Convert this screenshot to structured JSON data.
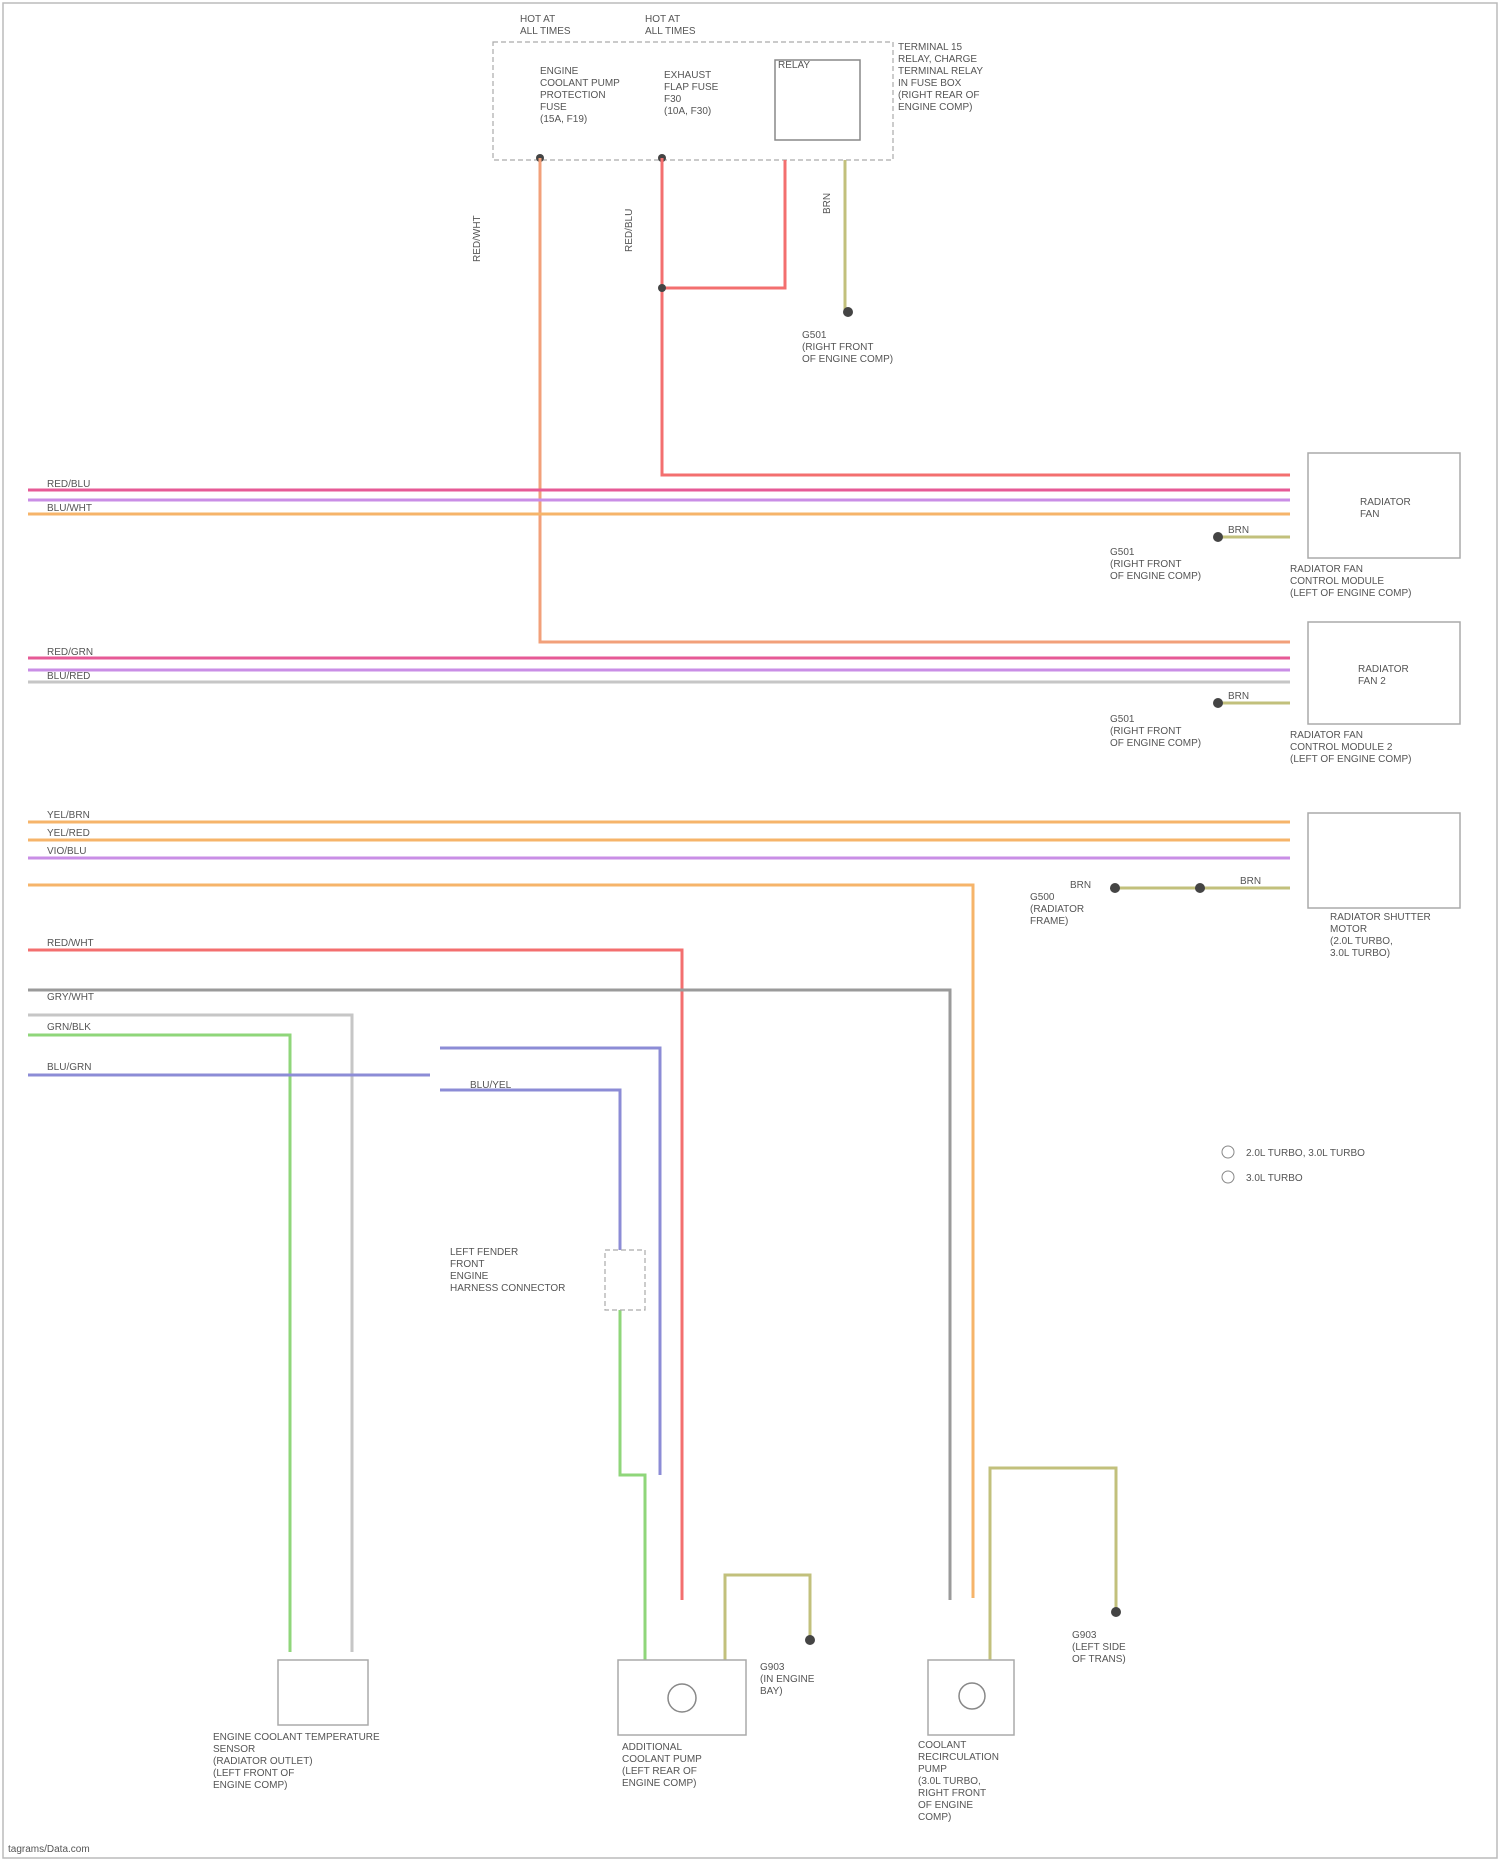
{
  "source": {
    "footer": "tagrams/Data.com"
  },
  "colors": {
    "red": "#f36f6f",
    "pink": "#e65a96",
    "orange": "#f6b46a",
    "violet": "#c98ee6",
    "gray": "#9a9a9a",
    "green": "#8fd67a",
    "blue": "#8c8cd6",
    "olive": "#c2c07c",
    "lightgray": "#c6c6c6"
  },
  "header": {
    "fuse_left": "HOT AT\nALL TIMES",
    "fuse_mid": "HOT AT\nALL TIMES",
    "fuse_block_left": "ENGINE\nCOOLANT PUMP\nPROTECTION\nFUSE\n(15A, F19)",
    "fuse_block_mid": "EXHAUST\nFLAP FUSE\nF30\n(10A, F30)",
    "relay_label": "RELAY",
    "relay_note": "TERMINAL 15\nRELAY, CHARGE\nTERMINAL RELAY\nIN FUSE BOX\n(RIGHT REAR OF\nENGINE COMP)"
  },
  "ground_top": "G501\n(RIGHT FRONT\nOF ENGINE COMP)",
  "modules": {
    "m1": "RADIATOR FAN\nCONTROL MODULE\n(LEFT OF ENGINE COMP)",
    "m1_inner": "RADIATOR\nFAN",
    "m2": "RADIATOR FAN\nCONTROL MODULE 2\n(LEFT OF ENGINE COMP)",
    "m2_inner": "RADIATOR\nFAN 2",
    "m3": "RADIATOR SHUTTER\nMOTOR\n(2.0L TURBO,\n3.0L TURBO)"
  },
  "grounds": {
    "g1": "G501\n(RIGHT FRONT\nOF ENGINE COMP)",
    "g2": "G501\n(RIGHT FRONT\nOF ENGINE COMP)",
    "g3": "G500\n(RADIATOR\nFRAME)",
    "g4": "G903\n(IN ENGINE\nBAY)",
    "g5": "G903\n(LEFT SIDE\nOF TRANS)"
  },
  "connector_mid": "LEFT FENDER\nFRONT\nENGINE\nHARNESS CONNECTOR",
  "legend": [
    {
      "key": "1",
      "text": "2.0L TURBO, 3.0L TURBO"
    },
    {
      "key": "2",
      "text": "3.0L TURBO"
    }
  ],
  "bottom": {
    "c1": "ENGINE COOLANT TEMPERATURE\nSENSOR\n(RADIATOR OUTLET)\n(LEFT FRONT OF\nENGINE COMP)",
    "c2": "ADDITIONAL\nCOOLANT PUMP\n(LEFT REAR OF\nENGINE COMP)",
    "c3": "COOLANT\nRECIRCULATION\nPUMP\n(3.0L TURBO,\nRIGHT FRONT\nOF ENGINE\nCOMP)"
  },
  "wire_labels": {
    "w_fan1": "RED/BLU",
    "w_fan2": "BLU/WHT",
    "w_fan3": "BRN",
    "w_fan4": "RED/GRN",
    "w_fan5": "BLU/RED",
    "w_fan6": "BRN",
    "w_shut1": "YEL/BRN",
    "w_shut2": "YEL/RED",
    "w_shut3": "VIO/BLU",
    "w_shut4": "BRN",
    "w_shut5": "BRN",
    "w_red_bot": "RED/WHT",
    "w_gray": "GRY/WHT",
    "w_green": "GRN/BLK",
    "w_blue": "BLU/GRN",
    "w_blue2": "BLU/YEL",
    "w_top1": "RED/WHT",
    "w_top2": "RED/BLU",
    "w_top3": "BRN"
  }
}
